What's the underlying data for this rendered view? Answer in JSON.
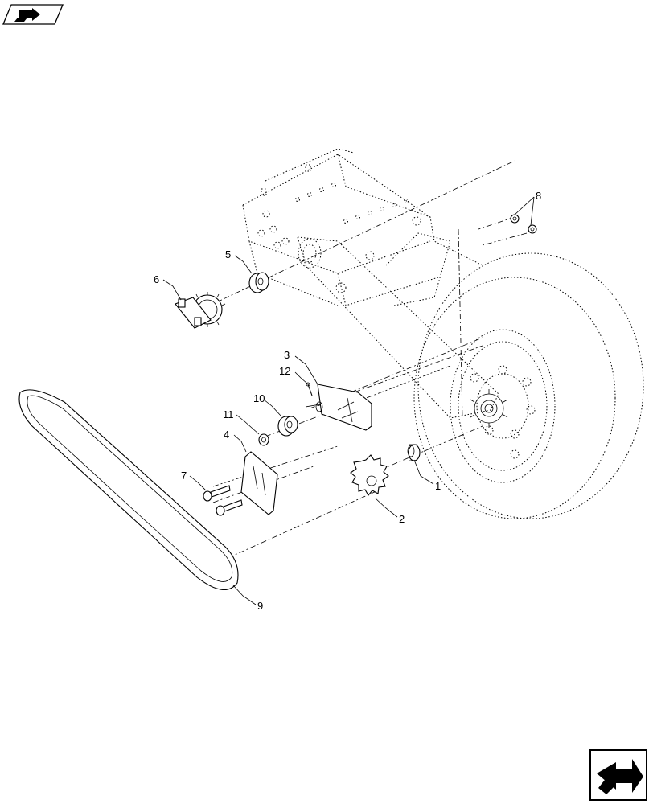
{
  "icons": {
    "top_left": "page-forward-icon",
    "bottom_right": "next-page-icon"
  },
  "callouts": [
    {
      "id": "c1",
      "label": "1"
    },
    {
      "id": "c2",
      "label": "2"
    },
    {
      "id": "c3",
      "label": "3"
    },
    {
      "id": "c4",
      "label": "4"
    },
    {
      "id": "c5",
      "label": "5"
    },
    {
      "id": "c6",
      "label": "6"
    },
    {
      "id": "c7",
      "label": "7"
    },
    {
      "id": "c8",
      "label": "8"
    },
    {
      "id": "c9",
      "label": "9"
    },
    {
      "id": "c10",
      "label": "10"
    },
    {
      "id": "c11",
      "label": "11"
    },
    {
      "id": "c12",
      "label": "12"
    }
  ]
}
